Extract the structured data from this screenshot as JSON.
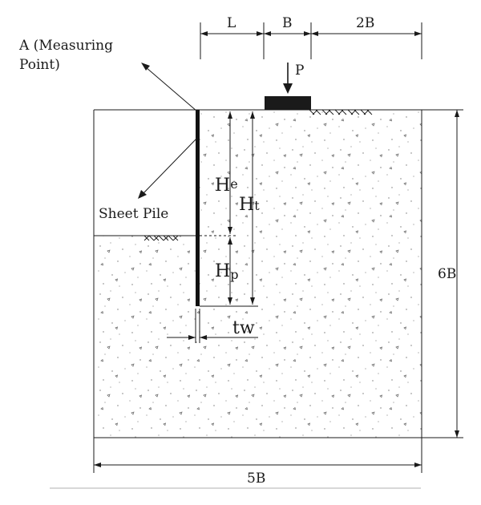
{
  "labels": {
    "measuring_point_line1": "A (Measuring",
    "measuring_point_line2": "Point)",
    "sheet_pile": "Sheet Pile",
    "load": "P",
    "dim_L": "L",
    "dim_B": "B",
    "dim_2B": "2B",
    "dim_6B": "6B",
    "dim_5B": "5B",
    "He_main": "H",
    "He_sub": "e",
    "Ht_main": "H",
    "Ht_sub": "t",
    "Hp_main": "H",
    "Hp_sub": "p",
    "tw": "tw"
  }
}
